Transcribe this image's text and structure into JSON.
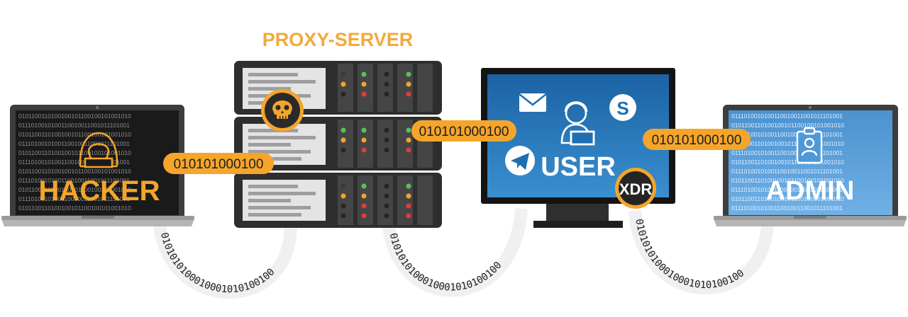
{
  "diagram": {
    "proxy_label": "PROXY-SERVER",
    "hacker_label": "HACKER",
    "user_label": "USER",
    "admin_label": "ADMIN",
    "xdr_badge": "XDR",
    "packet_hacker_proxy": "010101000100",
    "packet_proxy_user": "010101000100",
    "packet_user_admin": "010101000100",
    "cable_bits_1": "0101010100010001010100100",
    "cable_bits_2": "0101010100010001010100100",
    "cable_bits_3": "0101010100010001010100100",
    "screen_code_1": "0101100110100100101100100101001010",
    "screen_code_2": "0111010010100110010011001011101001",
    "colors": {
      "accent": "#f4a52a",
      "proxy_label": "#f2a93b",
      "device_dark": "#3a3a3a",
      "user_screen": "#1f6fb0",
      "admin_screen": "#4f9ad6"
    },
    "icons": [
      "hacker-icon",
      "skull-icon",
      "mail-icon",
      "skype-icon",
      "user-icon",
      "telegram-icon",
      "badge-icon"
    ]
  }
}
